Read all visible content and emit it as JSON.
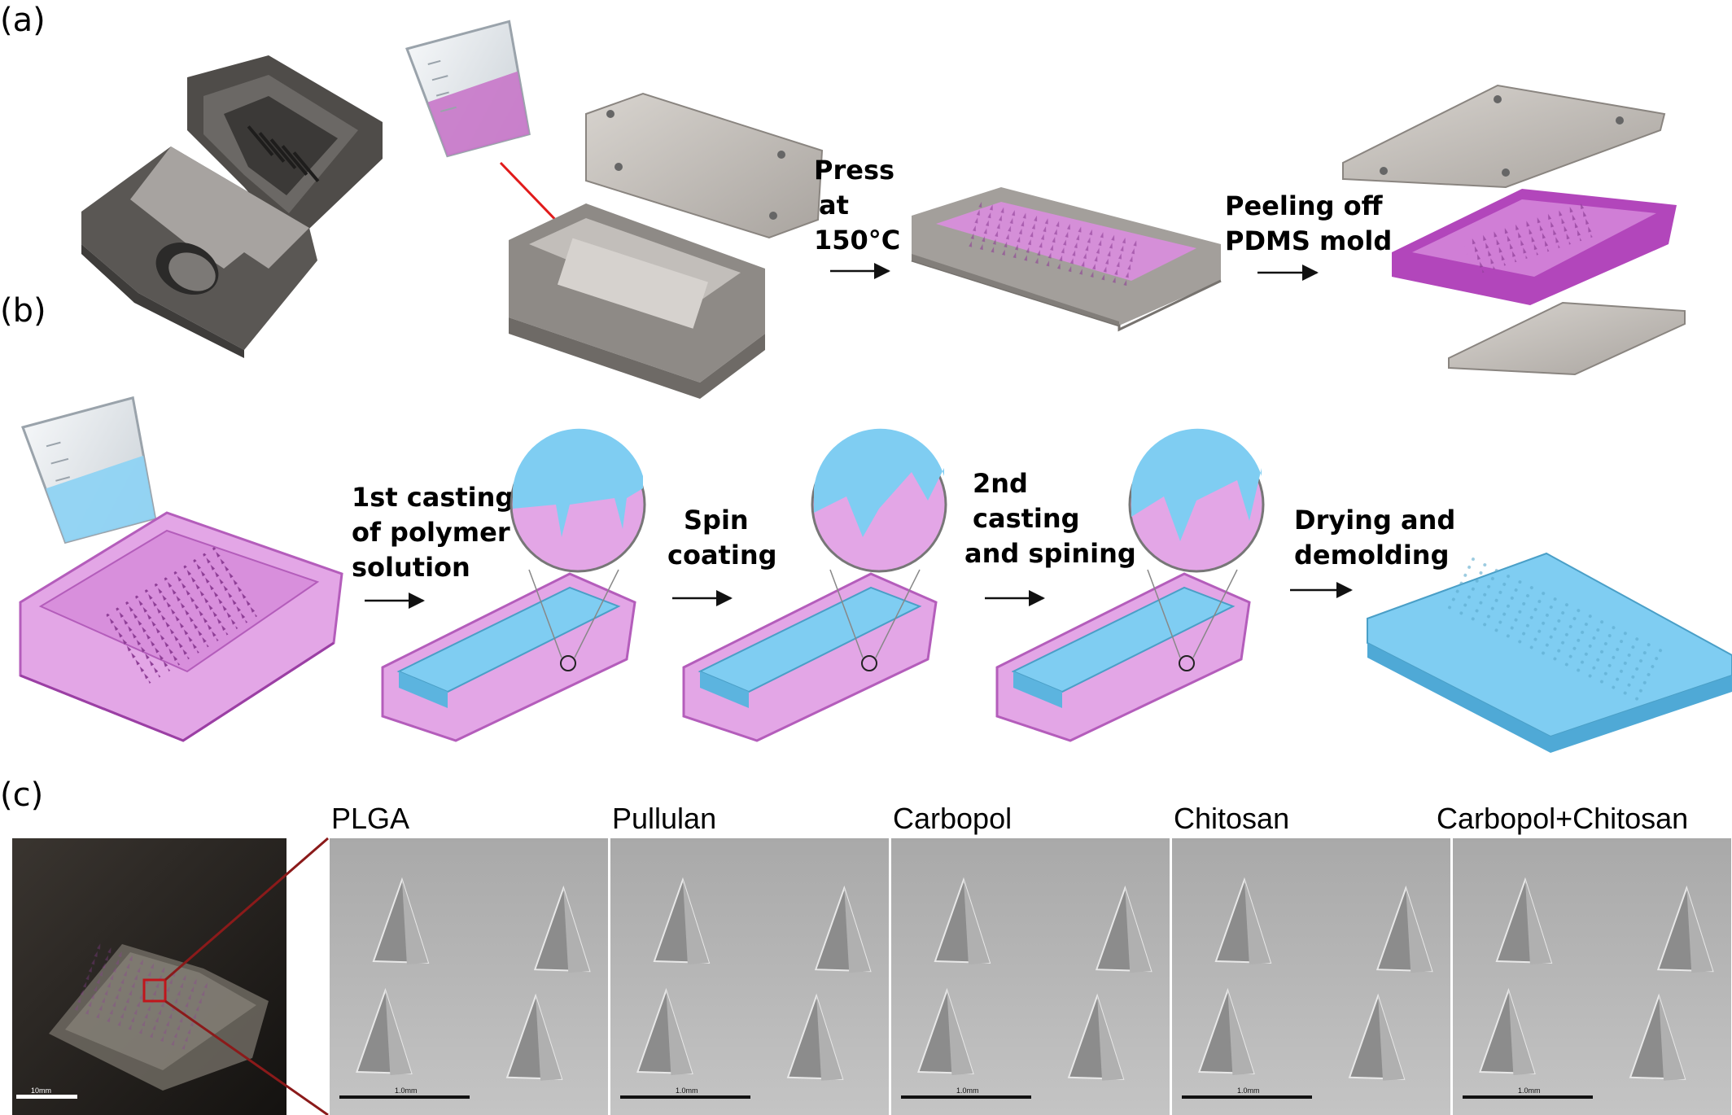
{
  "panels": {
    "a": "(a)",
    "b": "(b)",
    "c": "(c)"
  },
  "steps_a": {
    "press": [
      "Press",
      "at",
      "150°C"
    ],
    "peel": [
      "Peeling off",
      "PDMS mold"
    ]
  },
  "steps_b": {
    "first_cast": [
      "1st casting",
      "of polymer",
      "solution"
    ],
    "spin": [
      "Spin",
      "coating"
    ],
    "second_cast": [
      "2nd",
      "casting",
      "and spining"
    ],
    "dry": [
      "Drying and",
      "demolding"
    ]
  },
  "materials": [
    "PLGA",
    "Pullulan",
    "Carbopol",
    "Chitosan",
    "Carbopol+Chitosan"
  ],
  "scale_bars": {
    "photo": "10mm",
    "sem": "1.0mm"
  },
  "colors": {
    "mold_gray": "#9e9a96",
    "mold_dark": "#5e5b58",
    "pdms_magenta": "#c96ccf",
    "pdms_dark": "#9b3fa4",
    "polymer_blue": "#7fcdf2",
    "arrow_red": "#e11b1b",
    "sem_gray": "#b9b9b9",
    "zoom_line": "#8b1a1a"
  }
}
